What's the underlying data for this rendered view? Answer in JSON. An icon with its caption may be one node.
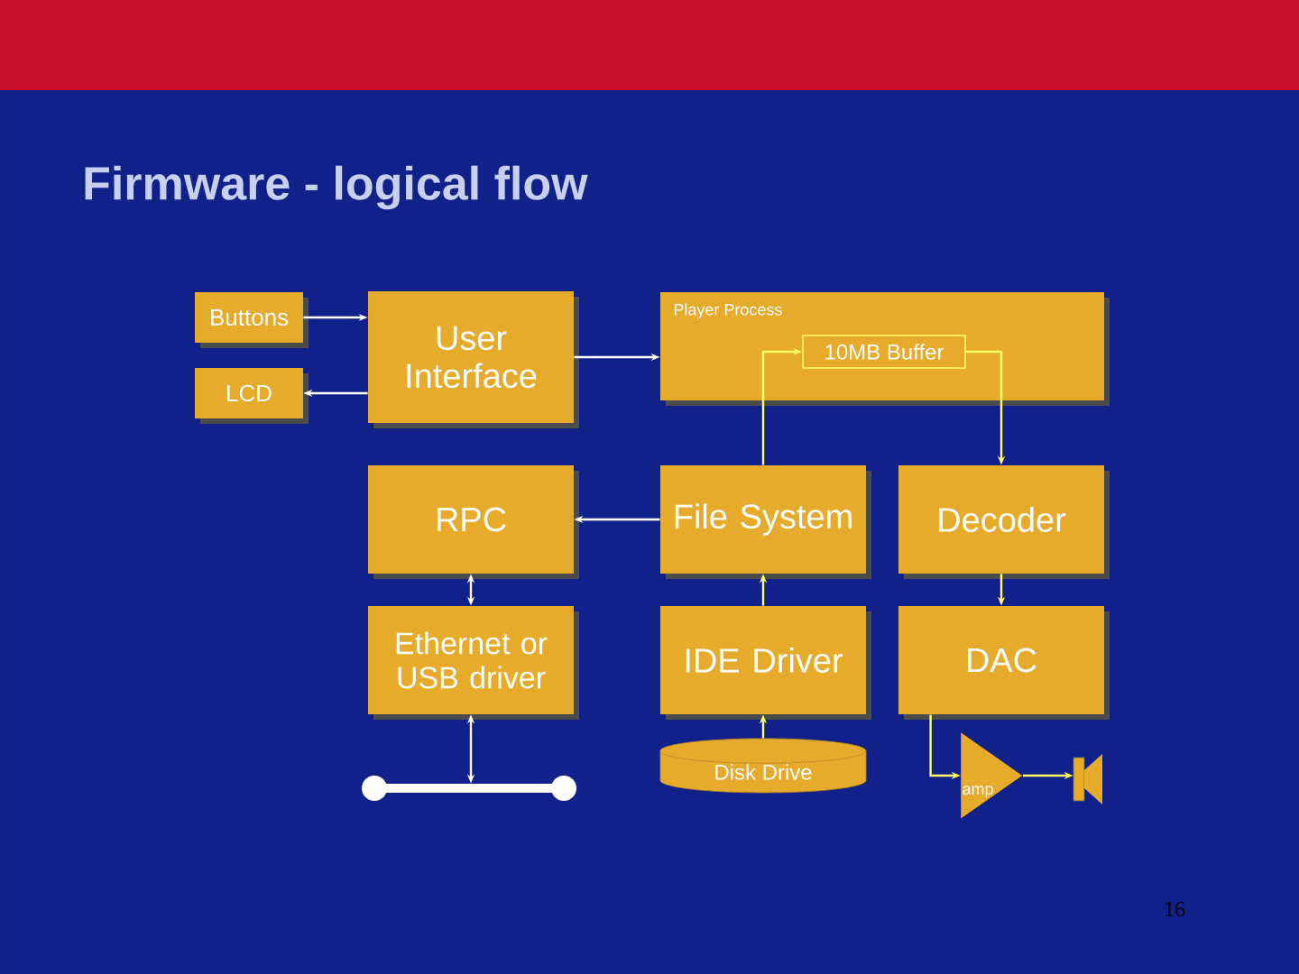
{
  "diagram": {
    "title": "Firmware - logical flow",
    "nodes": [
      {
        "text": [
          "Buttons"
        ]
      },
      {
        "text": [
          "LCD"
        ]
      },
      {
        "text": [
          "User Interface"
        ]
      },
      {
        "text": [
          "Player Process"
        ]
      },
      {
        "text": [
          "10MB Buffer"
        ],
        "in": 3
      },
      {
        "text": [
          "RPC"
        ]
      },
      {
        "text": [
          "File System"
        ]
      },
      {
        "text": [
          "Decoder"
        ]
      },
      {
        "text": [
          "Ethernet or USB driver"
        ]
      },
      {
        "text": [
          "IDE Driver"
        ]
      },
      {
        "text": [
          "DAC"
        ]
      },
      {
        "text": [
          "Disk Drive"
        ]
      },
      {
        "text": [
          "amp"
        ]
      },
      {
        "text": [],
        "shape": "speaker"
      },
      {
        "text": [],
        "shape": "bar"
      }
    ],
    "edges": [
      {
        "from": 0,
        "to": 2,
        "arrow": "to",
        "color": "#ffffff"
      },
      {
        "from": 2,
        "to": 1,
        "arrow": "to",
        "color": "#ffffff"
      },
      {
        "from": 2,
        "to": 3,
        "arrow": "to",
        "color": "#ffffff"
      },
      {
        "from": 6,
        "to": 4,
        "arrow": "to",
        "color": "#ffff66"
      },
      {
        "from": 4,
        "to": 7,
        "arrow": "to",
        "color": "#ffff66"
      },
      {
        "from": 6,
        "to": 5,
        "arrow": "to",
        "color": "#ffffff"
      },
      {
        "from": 5,
        "to": 8,
        "arrow": "both",
        "color": "#ffffff"
      },
      {
        "from": 9,
        "to": 6,
        "arrow": "to",
        "color": "#ffff66"
      },
      {
        "from": 7,
        "to": 10,
        "arrow": "to",
        "color": "#ffff66"
      },
      {
        "from": 8,
        "to": 14,
        "arrow": "both",
        "color": "#ffffff"
      },
      {
        "from": 11,
        "to": 9,
        "arrow": "to",
        "color": "#ffff66"
      },
      {
        "from": 10,
        "to": 12,
        "arrow": "to",
        "color": "#ffff66"
      },
      {
        "from": 12,
        "to": 13,
        "arrow": "to",
        "color": "#ffff66"
      }
    ],
    "labels": [
      "16"
    ]
  }
}
